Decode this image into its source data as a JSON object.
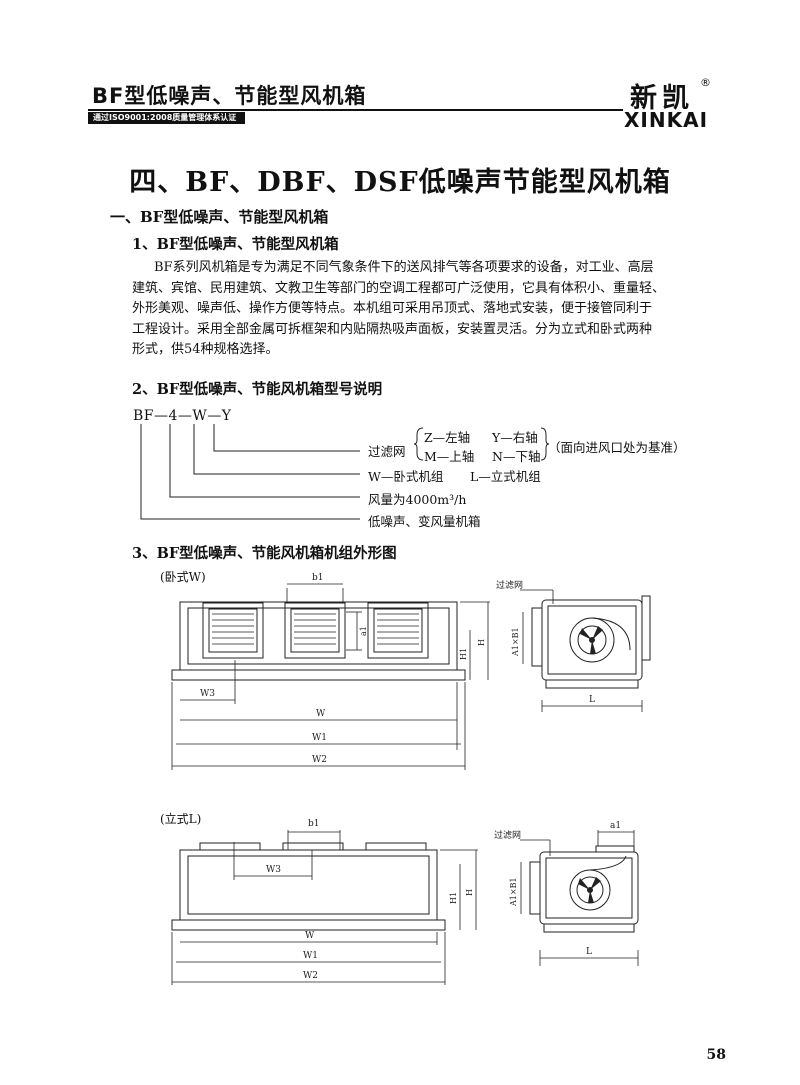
{
  "header": {
    "title": "BF型低噪声、节能型风机箱",
    "certification": "通过ISO9001:2008质量管理体系认证",
    "brand_cn": "新凯",
    "brand_reg": "®",
    "brand_en": "XINKAI"
  },
  "main_title": "四、BF、DBF、DSF低噪声节能型风机箱",
  "section1": {
    "heading": "一、BF型低噪声、节能型风机箱",
    "sub1": {
      "heading": "1、BF型低噪声、节能型风机箱",
      "lines": [
        "BF系列风机箱是专为满足不同气象条件下的送风排气等各项要求的设备，对工业、高层",
        "建筑、宾馆、民用建筑、文教卫生等部门的空调工程都可广泛使用，它具有体积小、重量轻、",
        "外形美观、噪声低、操作方便等特点。本机组可采用吊顶式、落地式安装，便于接管同利于",
        "工程设计。采用全部金属可拆框架和内贴隔热吸声面板，安装置灵活。分为立式和卧式两种",
        "形式，供54种规格选择。"
      ]
    },
    "sub2": {
      "heading": "2、BF型低噪声、节能风机箱型号说明",
      "model_code": "BF—4—W—Y",
      "filter_label": "过滤网",
      "axis_z": "Z—左轴",
      "axis_y": "Y—右轴",
      "axis_m": "M—上轴",
      "axis_n": "N—下轴",
      "axis_note": "（面向进风口处为基准）",
      "type_w": "W—卧式机组",
      "type_l": "L—立式机组",
      "airflow": "风量为4000m³/h",
      "desc": "低噪声、变风量机箱"
    },
    "sub3": {
      "heading": "3、BF型低噪声、节能风机箱机组外形图",
      "horizontal_caption": "(卧式W)",
      "vertical_caption": "(立式L)",
      "dims": {
        "b1": "b1",
        "a1": "a1",
        "w": "W",
        "w1": "W1",
        "w2": "W2",
        "w3": "W3",
        "h": "H",
        "h1": "H1",
        "l": "L",
        "a1b1": "A1×B1",
        "filter": "过滤网"
      }
    }
  },
  "page_number": "58"
}
